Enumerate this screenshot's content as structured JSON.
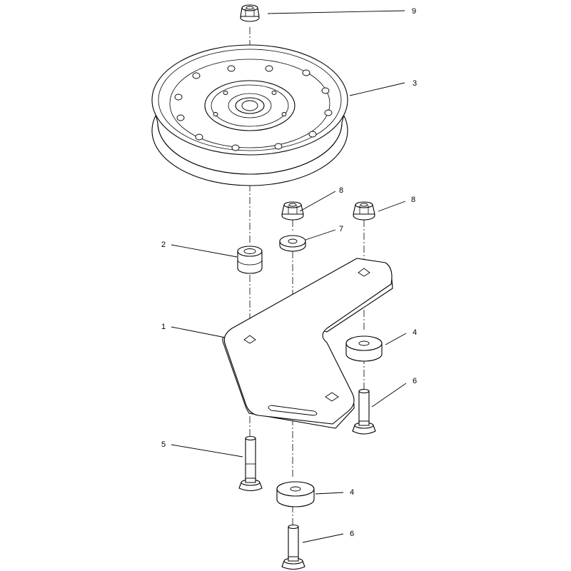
{
  "diagram": {
    "type": "exploded-parts-view",
    "callouts": {
      "c9": "9",
      "c3": "3",
      "c8a": "8",
      "c8b": "8",
      "c7": "7",
      "c2": "2",
      "c1": "1",
      "c4a": "4",
      "c6a": "6",
      "c5": "5",
      "c4b": "4",
      "c6b": "6"
    }
  }
}
